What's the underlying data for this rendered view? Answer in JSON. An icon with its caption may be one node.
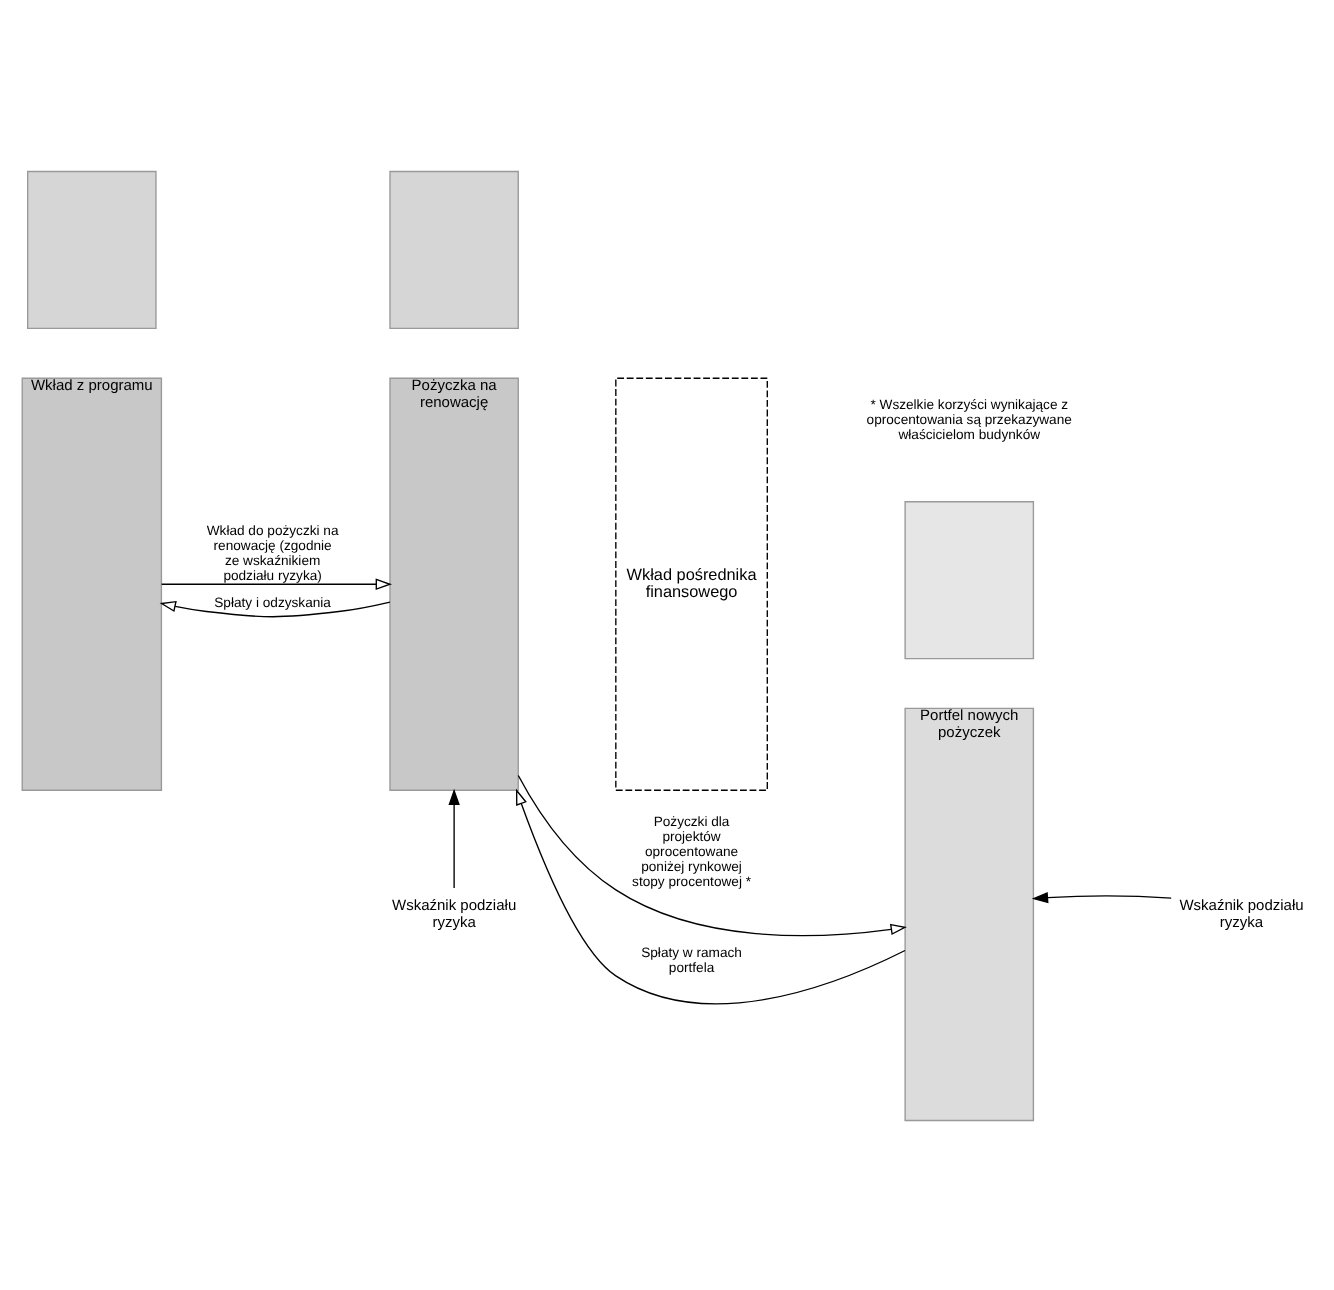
{
  "diagram": {
    "nodes": [
      {
        "text": [
          "Wkład z programu"
        ]
      },
      {
        "text": [],
        "shape": "box"
      },
      {
        "text": [
          "Pożyczka na renowację"
        ]
      },
      {
        "text": [
          "Wkład pośrednika finansowego"
        ]
      },
      {
        "text": [],
        "shape": "box"
      },
      {
        "text": [
          "Portfel nowych pożyczek"
        ]
      },
      {
        "text": [],
        "shape": "box"
      },
      {
        "text": [
          "Wskaźnik podziału ryzyka"
        ]
      },
      {
        "text": [
          "Wskaźnik podziału ryzyka"
        ]
      }
    ],
    "edges": [
      {
        "from": 0,
        "to": 2,
        "arrow": "to",
        "label": "Wkład do pożyczki na renowację (zgodnie ze wskaźnikiem podziału ryzyka)"
      },
      {
        "from": 2,
        "to": 0,
        "arrow": "to",
        "label": "Spłaty i odzyskania"
      },
      {
        "from": 2,
        "to": 5,
        "arrow": "to",
        "label": "Pożyczki dla projektów oprocentowane poniżej rynkowej stopy procentowej *"
      },
      {
        "from": 5,
        "to": 2,
        "arrow": "to",
        "label": "Spłaty w ramach portfela"
      },
      {
        "from": 7,
        "to": 2,
        "arrow": "to"
      },
      {
        "from": 8,
        "to": 5,
        "arrow": "to"
      }
    ],
    "labels": [
      "* Wszelkie korzyści wynikające z oprocentowania są przekazywane właścicielom budynków"
    ]
  }
}
